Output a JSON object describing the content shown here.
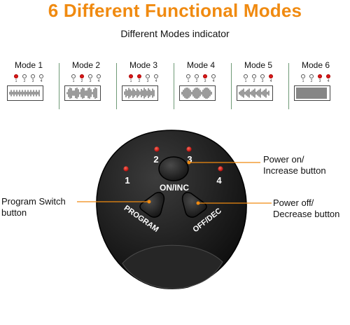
{
  "title": "6 Different Functional Modes",
  "subtitle": "Different Modes indicator",
  "colors": {
    "accent": "#f08a10",
    "led": "#d91a1a",
    "device": "#232323",
    "separator": "#6f9a76"
  },
  "modes": [
    {
      "label": "Mode 1",
      "active": [
        1
      ]
    },
    {
      "label": "Mode 2",
      "active": [
        2
      ]
    },
    {
      "label": "Mode 3",
      "active": [
        1,
        2
      ]
    },
    {
      "label": "Mode 4",
      "active": [
        3
      ]
    },
    {
      "label": "Mode 5",
      "active": [
        4
      ]
    },
    {
      "label": "Mode 6",
      "active": [
        3,
        4
      ]
    }
  ],
  "dot_numbers": [
    "1",
    "2",
    "3",
    "4"
  ],
  "device": {
    "led_labels": [
      "1",
      "2",
      "3",
      "4"
    ],
    "on_inc_label": "ON/INC",
    "program_label": "PROGRAM",
    "off_dec_label": "OFF/DEC"
  },
  "callouts": {
    "power_on": [
      "Power on/",
      "Increase button"
    ],
    "program": [
      "Program Switch",
      "button"
    ],
    "power_off": [
      "Power off/",
      "Decrease button"
    ]
  }
}
